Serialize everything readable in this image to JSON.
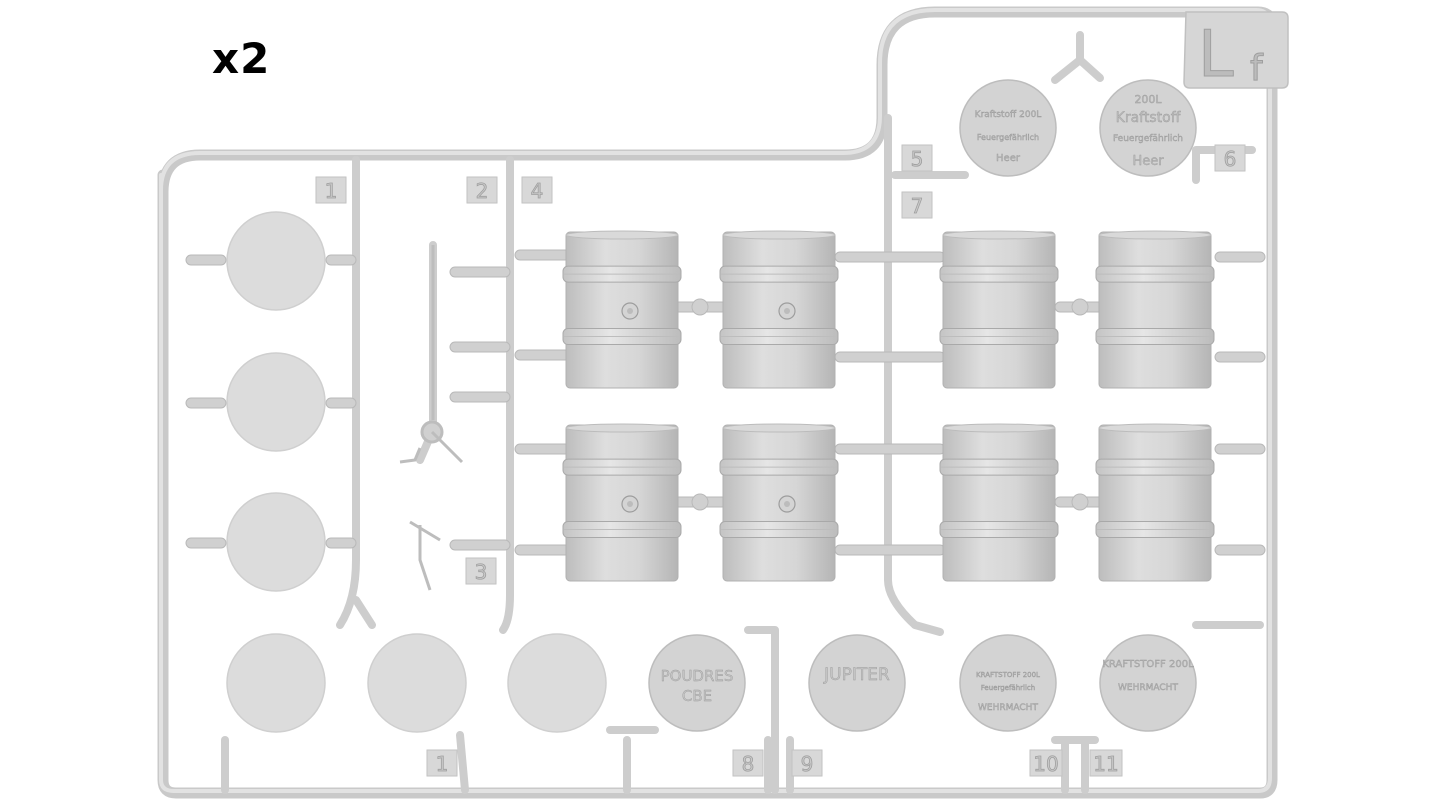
{
  "quantity_label": "x2",
  "sprue_code": {
    "letter": "L",
    "suffix": "f"
  },
  "part_numbers": [
    "1",
    "2",
    "4",
    "3",
    "5",
    "6",
    "7",
    "1",
    "8",
    "9",
    "10",
    "11"
  ],
  "discs": {
    "d5": {
      "lines": [
        "Kraftstoff 200L",
        "Feuergefährlich",
        "Heer"
      ]
    },
    "d6": {
      "lines": [
        "200L",
        "Kraftstoff",
        "Feuergefährlich",
        "Heer"
      ]
    },
    "d8": {
      "lines": [
        "POUDRES",
        "CBE"
      ]
    },
    "d9": {
      "lines": [
        "JUPITER"
      ]
    },
    "d10": {
      "lines": [
        "KRAFTSTOFF 200L",
        "Feuergefährlich",
        "WEHRMACHT"
      ]
    },
    "d11": {
      "lines": [
        "KRAFTSTOFF 200L",
        "WEHRMACHT"
      ]
    }
  },
  "colors": {
    "background": "#ffffff",
    "plastic": "#d4d4d4",
    "plastic_light": "#e4e4e4",
    "plastic_dark": "#b8b8b8",
    "blank_disc": "#dadada",
    "label_text": "#000000"
  }
}
